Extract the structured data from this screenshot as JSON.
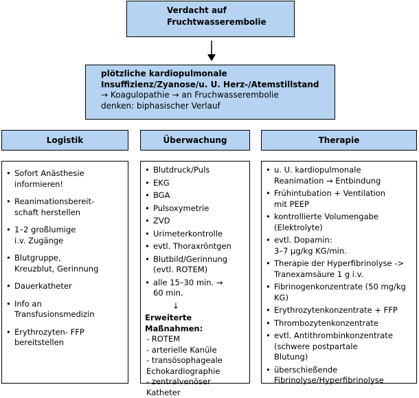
{
  "top_box": {
    "lines": [
      "Verdacht auf",
      "Fruchtwasserembolie"
    ]
  },
  "middle_box": {
    "bold_lines": [
      "plötzliche kardiopulmonale",
      "Insuffizienz/Zyanose/u. U. Herz-/Atemstillstand"
    ],
    "plain_lines": [
      "→ Koagulopathie → an Fruchwasserembolie",
      "denken: biphasischer Verlauf"
    ]
  },
  "headers": {
    "logistik": "Logistik",
    "ueberwachung": "Überwachung",
    "therapie": "Therapie"
  },
  "logistik": [
    [
      "Sofort Anästhesie",
      "informieren!"
    ],
    [
      "Reanimationsbereit-",
      "schaft herstellen"
    ],
    [
      "1–2 großlumige",
      "i.v. Zugänge"
    ],
    [
      "Blutgruppe,",
      "Kreuzblut, Gerinnung"
    ],
    [
      "Dauerkatheter"
    ],
    [
      "Info an",
      "Transfusionsmedizin"
    ],
    [
      "Erythrozyten- FFP",
      "bereitstellen"
    ]
  ],
  "ueberwachung": {
    "items": [
      [
        "Blutdruck/Puls"
      ],
      [
        "EKG"
      ],
      [
        "BGA"
      ],
      [
        "Pulsoxymetrie"
      ],
      [
        "ZVD"
      ],
      [
        "Urimeterkontrolle"
      ],
      [
        "evtl. Thoraxröntgen"
      ],
      [
        "Blutbild/Gerinnung",
        "(evtl. ROTEM)"
      ],
      [
        "alle 15–30 min.  →",
        "60 min."
      ]
    ],
    "down_arrow": "↓",
    "extended_title": "Erweiterte Maßnahmen:",
    "extended_items": [
      "- ROTEM",
      "- arterielle Kanüle",
      "- transösophageale",
      "  Echokardiographie",
      "- zentralvenöser Katheter"
    ]
  },
  "therapie": [
    [
      "u. U. kardiopulmonale",
      "Reanimation  →  Entbindung"
    ],
    [
      "Frühintubation  +  Ventilation",
      "mit PEEP"
    ],
    [
      "kontrollierte Volumengabe",
      "(Elektrolyte)"
    ],
    [
      "evtl. Dopamin:",
      "3–7 µg/kg KG/min."
    ],
    [
      "Therapie der Hyperfibrinolyse ->",
      "Tranexamsäure 1 g i.v."
    ],
    [
      "Fibrinogenkonzentrate (50 mg/kg KG)"
    ],
    [
      "Erythrozytenkonzentrate + FFP"
    ],
    [
      "Thrombozytenkonzentrate"
    ],
    [
      "evtl. Antithrombinkonzentrate",
      "(schwere postpartale",
      "Blutung)"
    ],
    [
      "überschießende",
      "Fibrinolyse/Hyperfibrinolyse"
    ]
  ],
  "colors": {
    "header_fill": "#b6d4f2",
    "border": "#000000"
  }
}
